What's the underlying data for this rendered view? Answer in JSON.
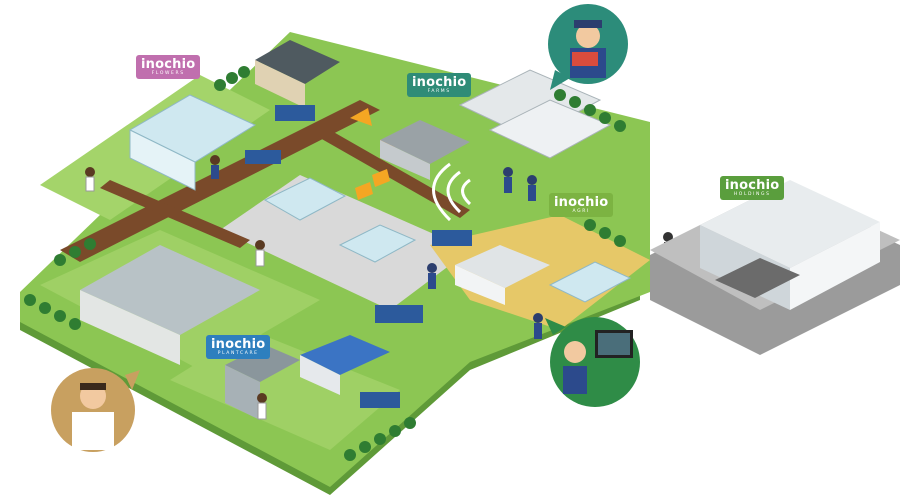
{
  "labels": {
    "flowers": {
      "brand": "inochio",
      "sub": "FLOWERS"
    },
    "farms": {
      "brand": "inochio",
      "sub": "FARMS"
    },
    "agri": {
      "brand": "inochio",
      "sub": "AGRI"
    },
    "holdings": {
      "brand": "inochio",
      "sub": "HOLDINGS"
    },
    "plantcare": {
      "brand": "inochio",
      "sub": "PLANTCARE"
    }
  },
  "colors": {
    "grass": "#79b84a",
    "grass_edge": "#4f8a2e",
    "road": "#7a4a2a",
    "yard": "#e9cf7a",
    "flowers": "#c06fae",
    "farms": "#2f8c77",
    "agri": "#7cb342",
    "holdings": "#5a9e3d",
    "plantcare": "#2e7fbe"
  },
  "icons": [
    "worker-with-produce-icon",
    "scientist-icon",
    "computer-operator-icon"
  ]
}
